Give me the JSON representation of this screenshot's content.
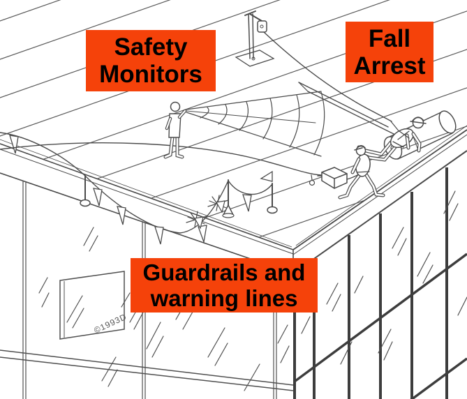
{
  "page": {
    "title": "Roof work fall protection methods illustration"
  },
  "labels": {
    "safety_monitors": {
      "line1": "Safety",
      "line2": "Monitors"
    },
    "fall_arrest": {
      "line1": "Fall",
      "line2": "Arrest"
    },
    "guardrails": {
      "line1": "Guardrails and",
      "line2": "warning lines"
    }
  },
  "drawing": {
    "copyright": "©1993D",
    "description": "Line drawing of a glass curtain-wall building corner: on the roof a safety monitor blows a whistle with sound waves, a worker in a fall-arrest harness kneels on a roofing roll tied to an anchor post, a standing worker is tied to a rope-grab anchor, and a warning line with pennant flags on stanchions runs along the roof edge."
  },
  "colors": {
    "label_bg": "#F5420A",
    "label_text": "#000000",
    "line": "#4A4A4A",
    "background": "#FFFFFF"
  }
}
